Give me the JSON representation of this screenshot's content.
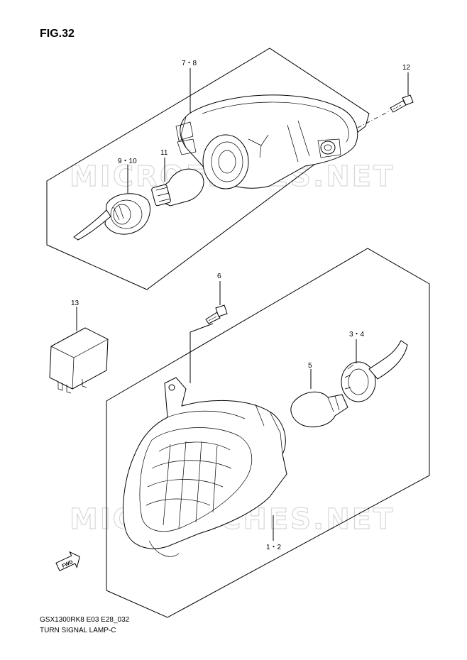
{
  "figure": {
    "title": "FIG.32"
  },
  "watermark": "MICROFICHES.NET",
  "footer": {
    "code": "GSX1300RK8 E03 E28_032",
    "name": "TURN SIGNAL LAMP-C"
  },
  "callouts": {
    "lens_rear": "7・8",
    "screw_rear": "12",
    "socket_rear": "9・10",
    "bulb_rear": "11",
    "screw_front": "6",
    "relay": "13",
    "socket_front": "3・4",
    "bulb_front": "5",
    "lamp_front": "1・2"
  },
  "icons": {
    "forward_arrow": "fwd-arrow-icon",
    "arrow_text": "FWD"
  }
}
